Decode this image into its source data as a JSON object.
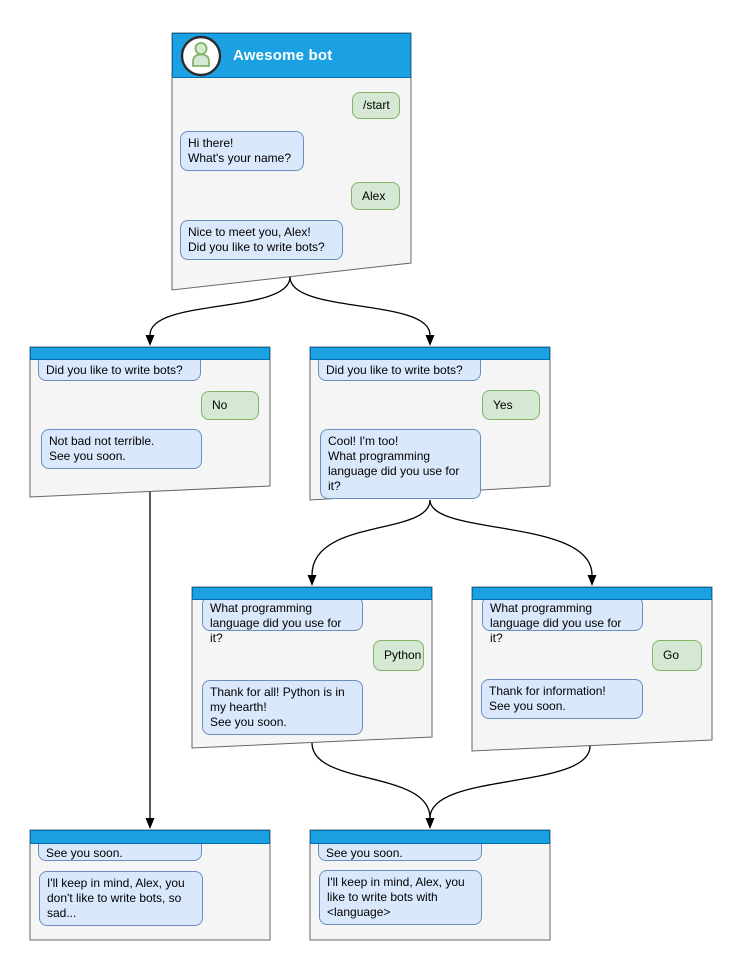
{
  "colors": {
    "header_blue": "#1BA1E2",
    "header_border": "#006EAF",
    "window_fill": "#F5F5F5",
    "window_border": "#666666",
    "bot_fill": "#DAE8FC",
    "bot_border": "#6C8EBF",
    "user_fill": "#D5E8D4",
    "user_border": "#82B366",
    "connector": "#000000"
  },
  "windows": {
    "root": {
      "title": "Awesome bot",
      "avatar": "person-icon",
      "messages": [
        {
          "from": "user",
          "text": "/start"
        },
        {
          "from": "bot",
          "text": "Hi there!\nWhat's your name?"
        },
        {
          "from": "user",
          "text": "Alex"
        },
        {
          "from": "bot",
          "text": "Nice to meet you, Alex!\nDid you like to write bots?"
        }
      ]
    },
    "no_branch": {
      "messages": [
        {
          "from": "bot",
          "text": "Did you like to write bots?"
        },
        {
          "from": "user",
          "text": "No"
        },
        {
          "from": "bot",
          "text": "Not bad not terrible.\nSee you soon."
        }
      ]
    },
    "yes_branch": {
      "messages": [
        {
          "from": "bot",
          "text": "Did you like to write bots?"
        },
        {
          "from": "user",
          "text": "Yes"
        },
        {
          "from": "bot",
          "text": "Cool! I'm too!\nWhat programming\nlanguage did you use for it?"
        }
      ]
    },
    "python_branch": {
      "messages": [
        {
          "from": "bot",
          "text": "What programming\nlanguage did you use for it?"
        },
        {
          "from": "user",
          "text": "Python"
        },
        {
          "from": "bot",
          "text": "Thank for all! Python is in\nmy hearth!\nSee you soon."
        }
      ]
    },
    "go_branch": {
      "messages": [
        {
          "from": "bot",
          "text": "What programming\nlanguage did you use for it?"
        },
        {
          "from": "user",
          "text": "Go"
        },
        {
          "from": "bot",
          "text": "Thank for information!\nSee you soon."
        }
      ]
    },
    "end_no": {
      "messages": [
        {
          "from": "bot",
          "text": "See you soon."
        },
        {
          "from": "bot",
          "text": "I'll keep in mind, Alex, you\ndon't like to write bots, so\nsad..."
        }
      ]
    },
    "end_yes": {
      "messages": [
        {
          "from": "bot",
          "text": "See you soon."
        },
        {
          "from": "bot",
          "text": "I'll keep in mind, Alex, you\nlike to write bots with\n<language>"
        }
      ]
    }
  },
  "edges": [
    {
      "from": "root",
      "to": "no_branch"
    },
    {
      "from": "root",
      "to": "yes_branch"
    },
    {
      "from": "no_branch",
      "to": "end_no"
    },
    {
      "from": "yes_branch",
      "to": "python_branch"
    },
    {
      "from": "yes_branch",
      "to": "go_branch"
    },
    {
      "from": "python_branch",
      "to": "end_yes"
    },
    {
      "from": "go_branch",
      "to": "end_yes"
    }
  ]
}
